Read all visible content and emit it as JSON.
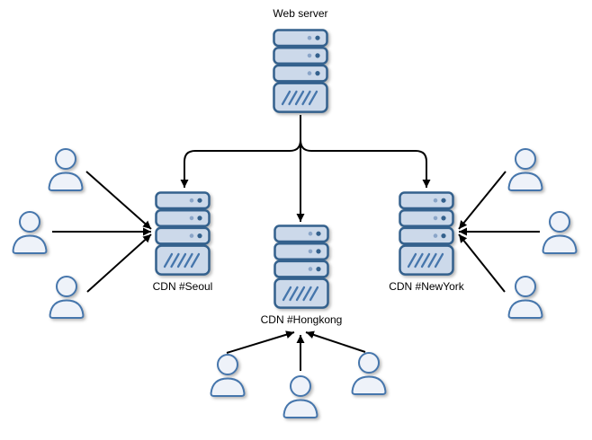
{
  "diagram": {
    "background": "#ffffff",
    "nodes": {
      "web_server": {
        "label": "Web server",
        "type": "server"
      },
      "cdn_seoul": {
        "label": "CDN #Seoul",
        "type": "server"
      },
      "cdn_hongkong": {
        "label": "CDN #Hongkong",
        "type": "server"
      },
      "cdn_newyork": {
        "label": "CDN #NewYork",
        "type": "server"
      },
      "users_left": {
        "type": "user-group",
        "count": 3
      },
      "users_right": {
        "type": "user-group",
        "count": 3
      },
      "users_bottom": {
        "type": "user-group",
        "count": 3
      }
    },
    "edges": [
      {
        "from": "web_server",
        "to": "cdn_seoul"
      },
      {
        "from": "web_server",
        "to": "cdn_hongkong"
      },
      {
        "from": "web_server",
        "to": "cdn_newyork"
      },
      {
        "from": "users_left",
        "to": "cdn_seoul",
        "count": 3
      },
      {
        "from": "users_right",
        "to": "cdn_newyork",
        "count": 3
      },
      {
        "from": "users_bottom",
        "to": "cdn_hongkong",
        "count": 3
      }
    ],
    "colors": {
      "background": "#ffffff",
      "server-fill": "#ccd9ea",
      "server-border": "#34618d",
      "dot-light": "#8aa5c8",
      "slash": "#4676ac",
      "person-fill": "#eef2f9",
      "person-border": "#4676ac",
      "arrow": "#000000"
    }
  }
}
